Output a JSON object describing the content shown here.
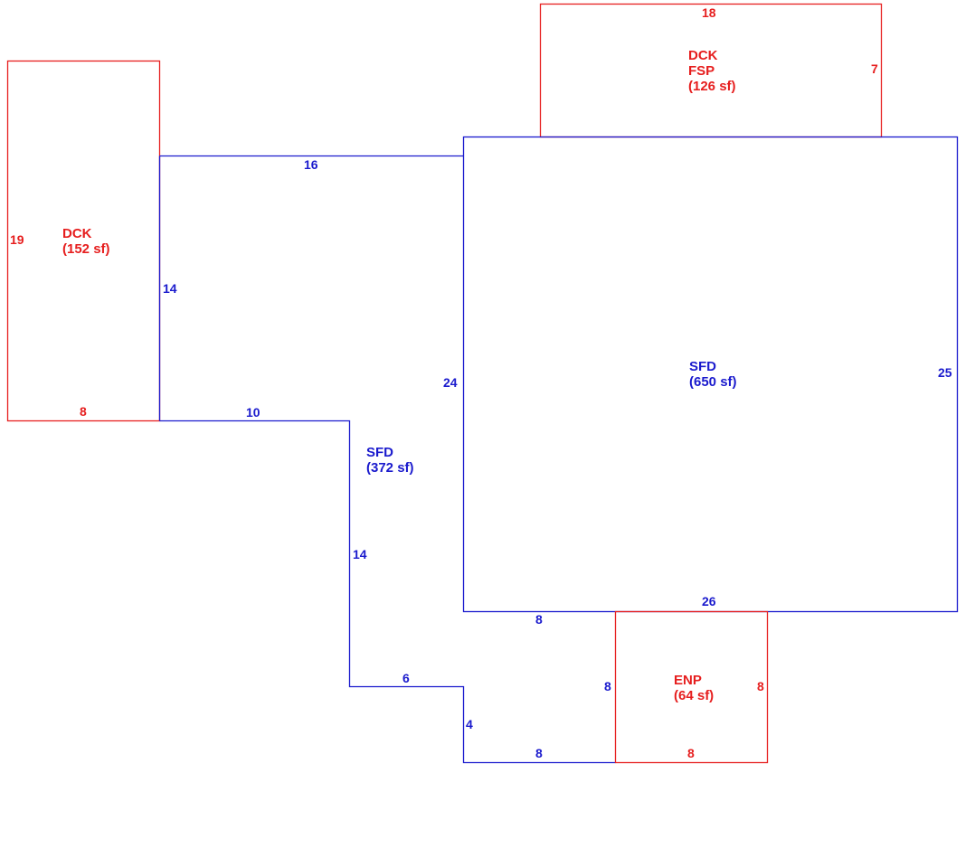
{
  "colors": {
    "living_area": "#1a1acd",
    "exterior_feature": "#e61e1e",
    "background": "#ffffff"
  },
  "areas": [
    {
      "id": "dck_left",
      "code": "DCK",
      "area": "(152 sf)",
      "kind": "exterior_feature",
      "dimensions": [
        "19",
        "14",
        "8"
      ]
    },
    {
      "id": "dck_fsp_top",
      "code": "DCK",
      "code2": "FSP",
      "area": "(126 sf)",
      "kind": "exterior_feature",
      "dimensions": [
        "18",
        "7"
      ]
    },
    {
      "id": "sfd_main",
      "code": "SFD",
      "area": "(650 sf)",
      "kind": "living_area",
      "dimensions": [
        "24",
        "25",
        "26"
      ]
    },
    {
      "id": "sfd_wing",
      "code": "SFD",
      "area": "(372 sf)",
      "kind": "living_area",
      "dimensions": [
        "16",
        "10",
        "14",
        "6",
        "4",
        "8",
        "8",
        "8"
      ]
    },
    {
      "id": "enp",
      "code": "ENP",
      "area": "(64 sf)",
      "kind": "exterior_feature",
      "dimensions": [
        "8",
        "8"
      ]
    }
  ]
}
